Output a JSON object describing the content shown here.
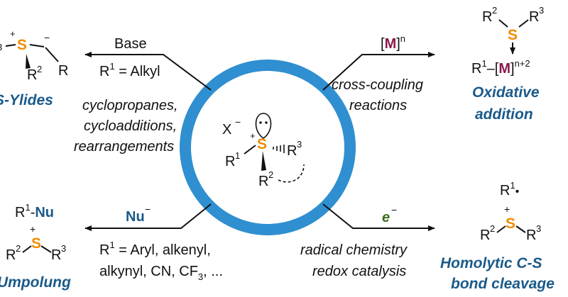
{
  "colors": {
    "ring": "#2f8fd0",
    "sulfur": "#f08c00",
    "metal": "#8b1a4b",
    "electron": "#3d6b1c",
    "titles": "#1a5a8a",
    "nucleophile": "#1a5a8a"
  },
  "center": {
    "counterion": "X",
    "counterion_charge": "−",
    "sulfur": "S",
    "plus": "+",
    "r1": "R",
    "r1_sup": "1",
    "r2": "R",
    "r2_sup": "2",
    "r3": "R",
    "r3_sup": "3"
  },
  "top_left": {
    "reagent": "Base",
    "condition_prefix": "R",
    "condition_sup": "1",
    "condition_suffix": " = Alkyl",
    "apps": [
      "cyclopropanes,",
      "cycloadditions,",
      "rearrangements"
    ],
    "title": "S-Ylides",
    "struct": {
      "sulfur": "S",
      "plus": "+",
      "r3_partial": "3",
      "r2": "R",
      "r2_sup": "2",
      "r": "R",
      "minus": "−"
    }
  },
  "top_right": {
    "reagent_bracket_open": "[",
    "reagent_metal": "M",
    "reagent_bracket_close": "]",
    "reagent_sup": "n",
    "apps": [
      "cross-coupling",
      "reactions"
    ],
    "title": [
      "Oxidative",
      "addition"
    ],
    "struct": {
      "r2": "R",
      "r2_sup": "2",
      "sulfur": "S",
      "r3": "R",
      "r3_sup": "3",
      "r1": "R",
      "r1_sup": "1",
      "dash": "–[",
      "metal": "M",
      "close": "]",
      "metal_sup": "n+2"
    }
  },
  "bottom_left": {
    "reagent": "Nu",
    "reagent_charge": "−",
    "conditions": [
      "R^1 = Aryl, alkenyl,",
      "alkynyl, CN, CF3, ..."
    ],
    "cond_r": "R",
    "cond_r_sup": "1",
    "cond_line1_rest": " = Aryl, alkenyl,",
    "cond_line2_a": "alkynyl, CN, CF",
    "cond_line2_sub": "3",
    "cond_line2_b": ", ...",
    "title": "Umpolung",
    "struct": {
      "r1": "R",
      "r1_sup": "1",
      "dash_nu": "-",
      "nu": "Nu",
      "plus": "+",
      "r2": "R",
      "r2_sup": "2",
      "sulfur": "S",
      "r3": "R",
      "r3_sup": "3"
    }
  },
  "bottom_right": {
    "reagent": "e",
    "reagent_charge": "−",
    "apps": [
      "radical chemistry",
      "redox catalysis"
    ],
    "title": [
      "Homolytic C-S",
      "bond cleavage"
    ],
    "struct": {
      "r1": "R",
      "r1_sup": "1",
      "radical": "•",
      "plus": "+",
      "r2": "R",
      "r2_sup": "2",
      "sulfur": "S",
      "r3": "R",
      "r3_sup": "3"
    }
  }
}
